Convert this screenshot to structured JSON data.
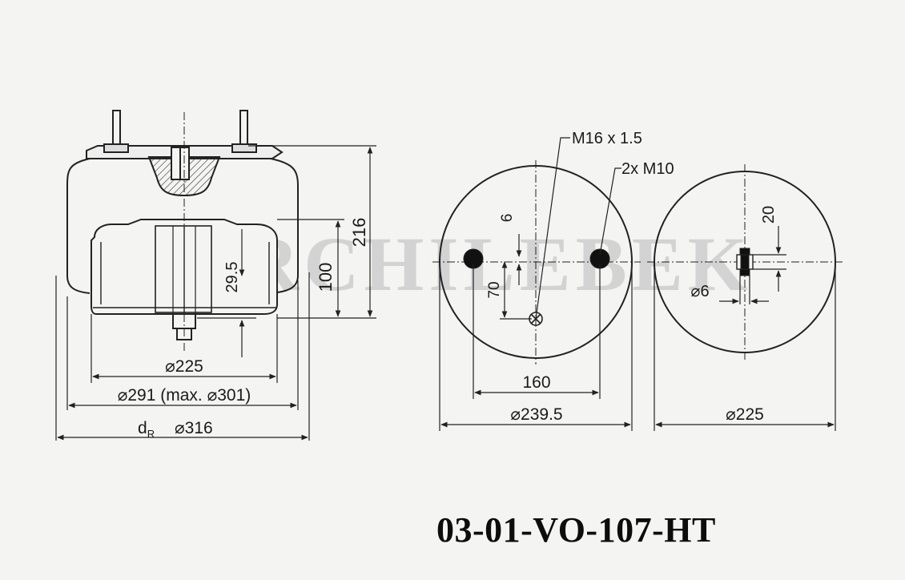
{
  "drawing": {
    "part_number": "03-01-VO-107-HT",
    "watermark": "TIRCHILEBEK",
    "side_view": {
      "dim_216": "216",
      "dim_100": "100",
      "dim_29_5": "29.5",
      "dim_225": "⌀225",
      "dim_291": "⌀291 (max. ⌀301)",
      "dim_dr_prefix": "d",
      "dim_dr_sub": "R",
      "dim_316": "⌀316"
    },
    "top_plate": {
      "label_m16": "M16 x 1.5",
      "label_m10": "2x M10",
      "dim_6": "6",
      "dim_70": "70",
      "dim_160": "160",
      "dim_239_5": "⌀239.5"
    },
    "bottom_plate": {
      "dim_20": "20",
      "dim_6": "⌀6",
      "dim_225": "⌀225"
    }
  },
  "colors": {
    "line": "#222222",
    "background": "#f4f4f2",
    "watermark": "#c9c9c9"
  }
}
